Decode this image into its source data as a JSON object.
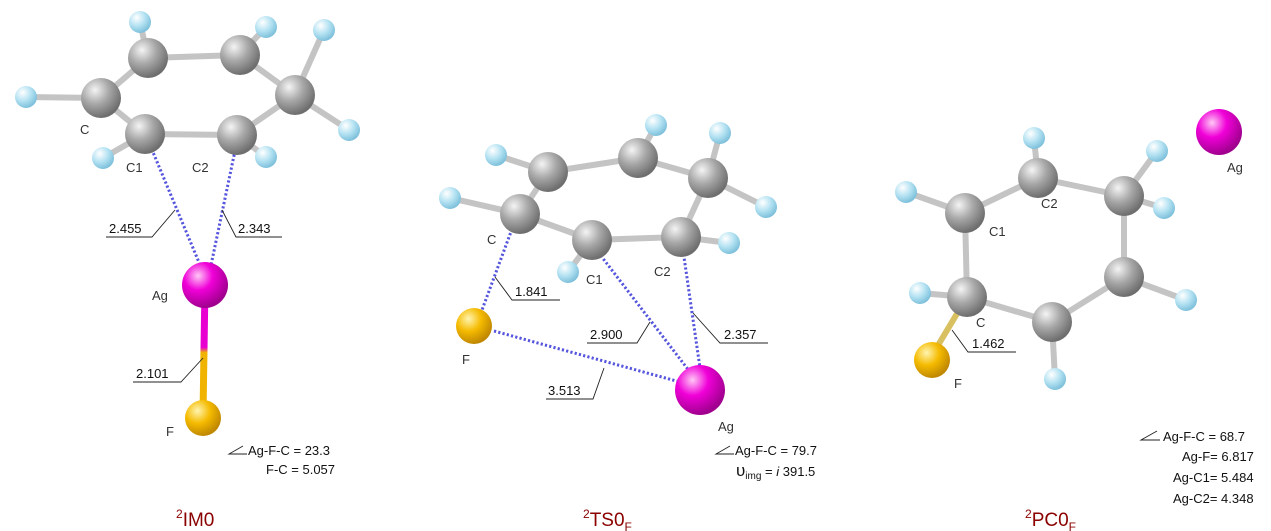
{
  "colors": {
    "carbon": "#9a9a9a",
    "hydrogen": "#aee0f0",
    "silver": "#e800d0",
    "fluorine": "#f0b400",
    "interaction": "#5555dd",
    "title": "#8b0000"
  },
  "structures": [
    {
      "id": "im0",
      "title_sup": "2",
      "title_main": "IM0",
      "title_sub": "",
      "atom_labels": {
        "c": "C",
        "c1": "C1",
        "c2": "C2",
        "ag": "Ag",
        "f": "F"
      },
      "distances": {
        "ag_c1": "2.455",
        "ag_c2": "2.343",
        "ag_f": "2.101"
      },
      "info": [
        "Ag-F-C = 23.3",
        "F-C = 5.057"
      ]
    },
    {
      "id": "ts0",
      "title_sup": "2",
      "title_main": "TS0",
      "title_sub": "F",
      "atom_labels": {
        "c": "C",
        "c1": "C1",
        "c2": "C2",
        "ag": "Ag",
        "f": "F"
      },
      "distances": {
        "c_f": "1.841",
        "ag_c1": "2.900",
        "ag_c2": "2.357",
        "ag_f": "3.513"
      },
      "info": [
        "Ag-F-C = 79.7"
      ],
      "imag_symbol": "υ",
      "imag_sub": "img",
      "imag_eq": " = ",
      "imag_i": "i",
      "imag_value": " 391.5"
    },
    {
      "id": "pc0",
      "title_sup": "2",
      "title_main": "PC0",
      "title_sub": "F",
      "atom_labels": {
        "c": "C",
        "c1": "C1",
        "c2": "C2",
        "ag": "Ag",
        "f": "F"
      },
      "distances": {
        "c_f": "1.462"
      },
      "info": [
        "Ag-F-C = 68.7",
        "Ag-F= 6.817",
        "Ag-C1= 5.484",
        "Ag-C2= 4.348"
      ]
    }
  ]
}
